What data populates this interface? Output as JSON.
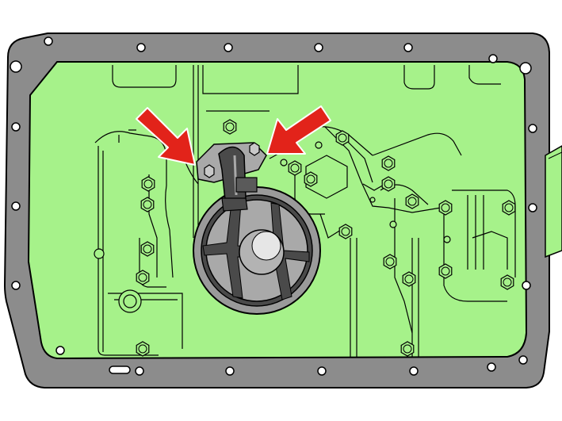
{
  "diagram": {
    "kind": "technical-illustration",
    "subject": "oil-pan-bottom-view",
    "labels": []
  },
  "colors": {
    "background": "#ffffff",
    "gasket": "#8c8c8c",
    "body_fill": "#a6f28a",
    "outline": "#000000",
    "pickup_gray": "#a9a9a9",
    "pickup_dark": "#4a4a4a",
    "arrow_red": "#e2231a",
    "bolt_fill": "#c8c8c8"
  },
  "icons": {
    "callout_arrow": "red-arrow-icon",
    "bolt": "hex-bolt-icon",
    "hole": "mounting-hole-icon"
  },
  "callouts": [
    {
      "name": "left-mounting-bolt",
      "target": "pickup-flange-left-bolt"
    },
    {
      "name": "right-mounting-bolt",
      "target": "pickup-flange-right-bolt"
    }
  ]
}
